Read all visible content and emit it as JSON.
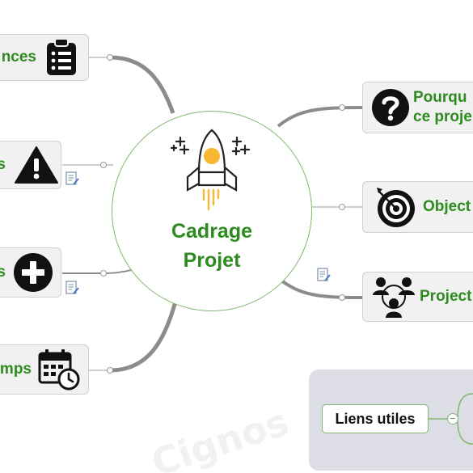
{
  "watermark": "Cignos",
  "central_topic": {
    "line1": "Cadrage",
    "line2": "Projet",
    "icon": "rocket-icon"
  },
  "branches_left": [
    {
      "label": "nces",
      "icon": "clipboard-icon"
    },
    {
      "label": "s",
      "icon": "warning-icon"
    },
    {
      "label": "s",
      "icon": "plus-circle-icon"
    },
    {
      "label": "mps",
      "icon": "calendar-clock-icon"
    }
  ],
  "branches_right": [
    {
      "label_line1": "Pourqu",
      "label_line2": "ce proje",
      "icon": "question-circle-icon"
    },
    {
      "label": "Object",
      "icon": "target-icon"
    },
    {
      "label": "Project",
      "icon": "team-icon"
    }
  ],
  "useful_links": {
    "label": "Liens utiles",
    "collapse_symbol": "−"
  },
  "colors": {
    "label_green": "#2e8b1f",
    "node_bg": "#f1f1f1",
    "link_gray": "#8c8c8c",
    "panel_bg": "#dddde6"
  }
}
